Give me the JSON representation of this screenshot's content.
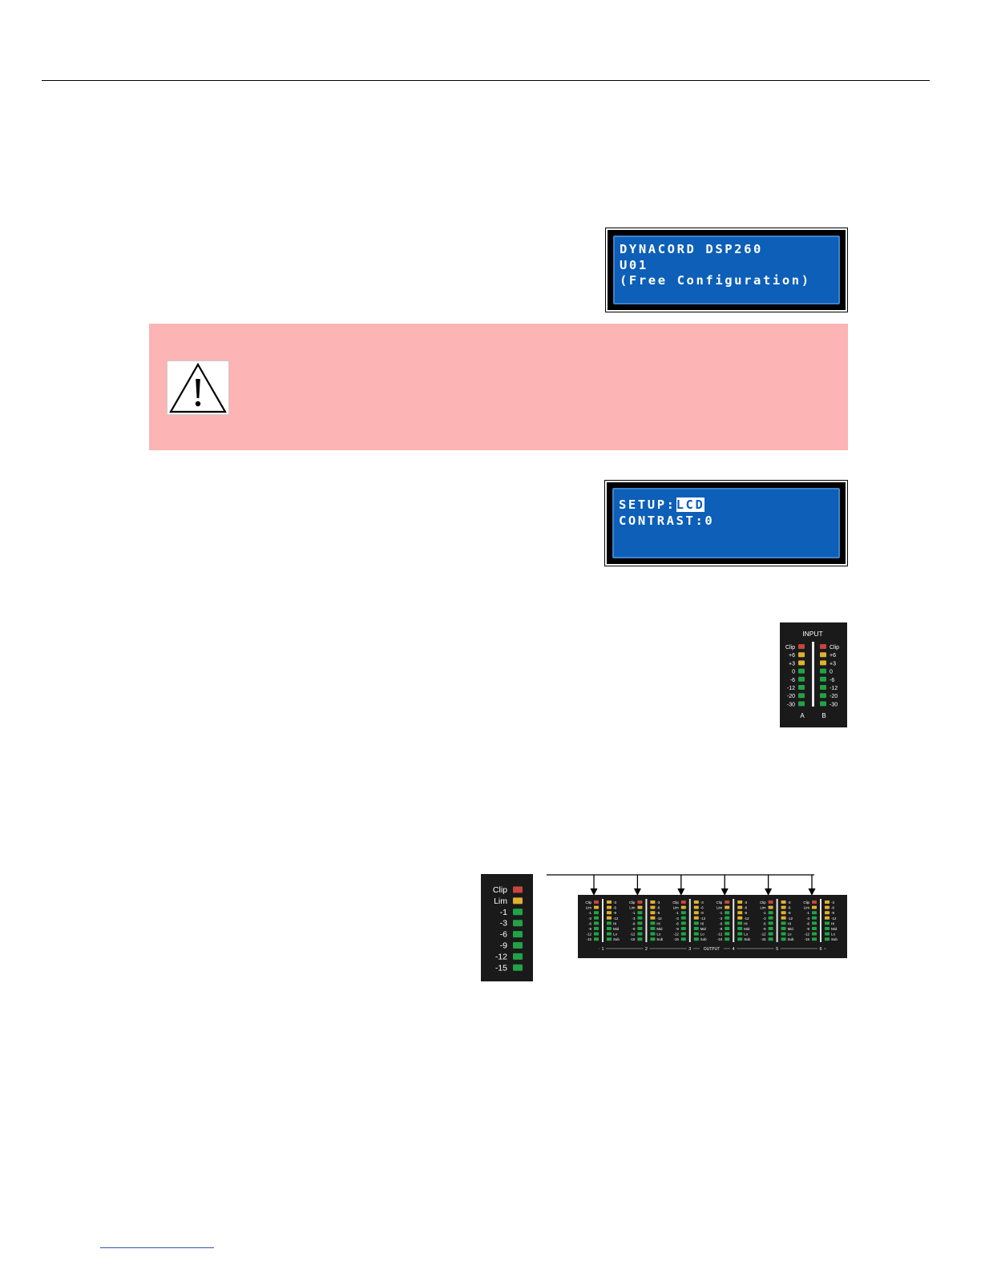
{
  "lcd_main": {
    "line1": "DYNACORD DSP260",
    "line2": "U01",
    "line3": "(Free Configuration)"
  },
  "lcd_setup": {
    "setup_label": "SETUP:",
    "setup_value": "LCD",
    "contrast_line": "CONTRAST:0"
  },
  "warning": {
    "icon": "warning-triangle-icon"
  },
  "input_meter": {
    "title": "INPUT",
    "levels": [
      "Clip",
      "+6",
      "+3",
      "0",
      "-6",
      "-12",
      "-20",
      "-30"
    ],
    "channels": [
      "A",
      "B"
    ]
  },
  "output_meter": {
    "legend_levels": [
      "Clip",
      "Lim",
      "-1",
      "-3",
      "-6",
      "-9",
      "-12",
      "-15"
    ],
    "right_labels": [
      "-3",
      "-6",
      "-9",
      "-12",
      "HI",
      "Mid",
      "Lo",
      "Sub"
    ],
    "channels": [
      "1",
      "2",
      "3",
      "4",
      "5",
      "6"
    ],
    "output_label": "OUTPUT"
  },
  "colors": {
    "lcd_blue": "#0d5fb7",
    "warning_pink": "#fcb4b4",
    "led_red": "#c8443c",
    "led_yellow": "#e0b030",
    "led_green": "#22a246"
  }
}
